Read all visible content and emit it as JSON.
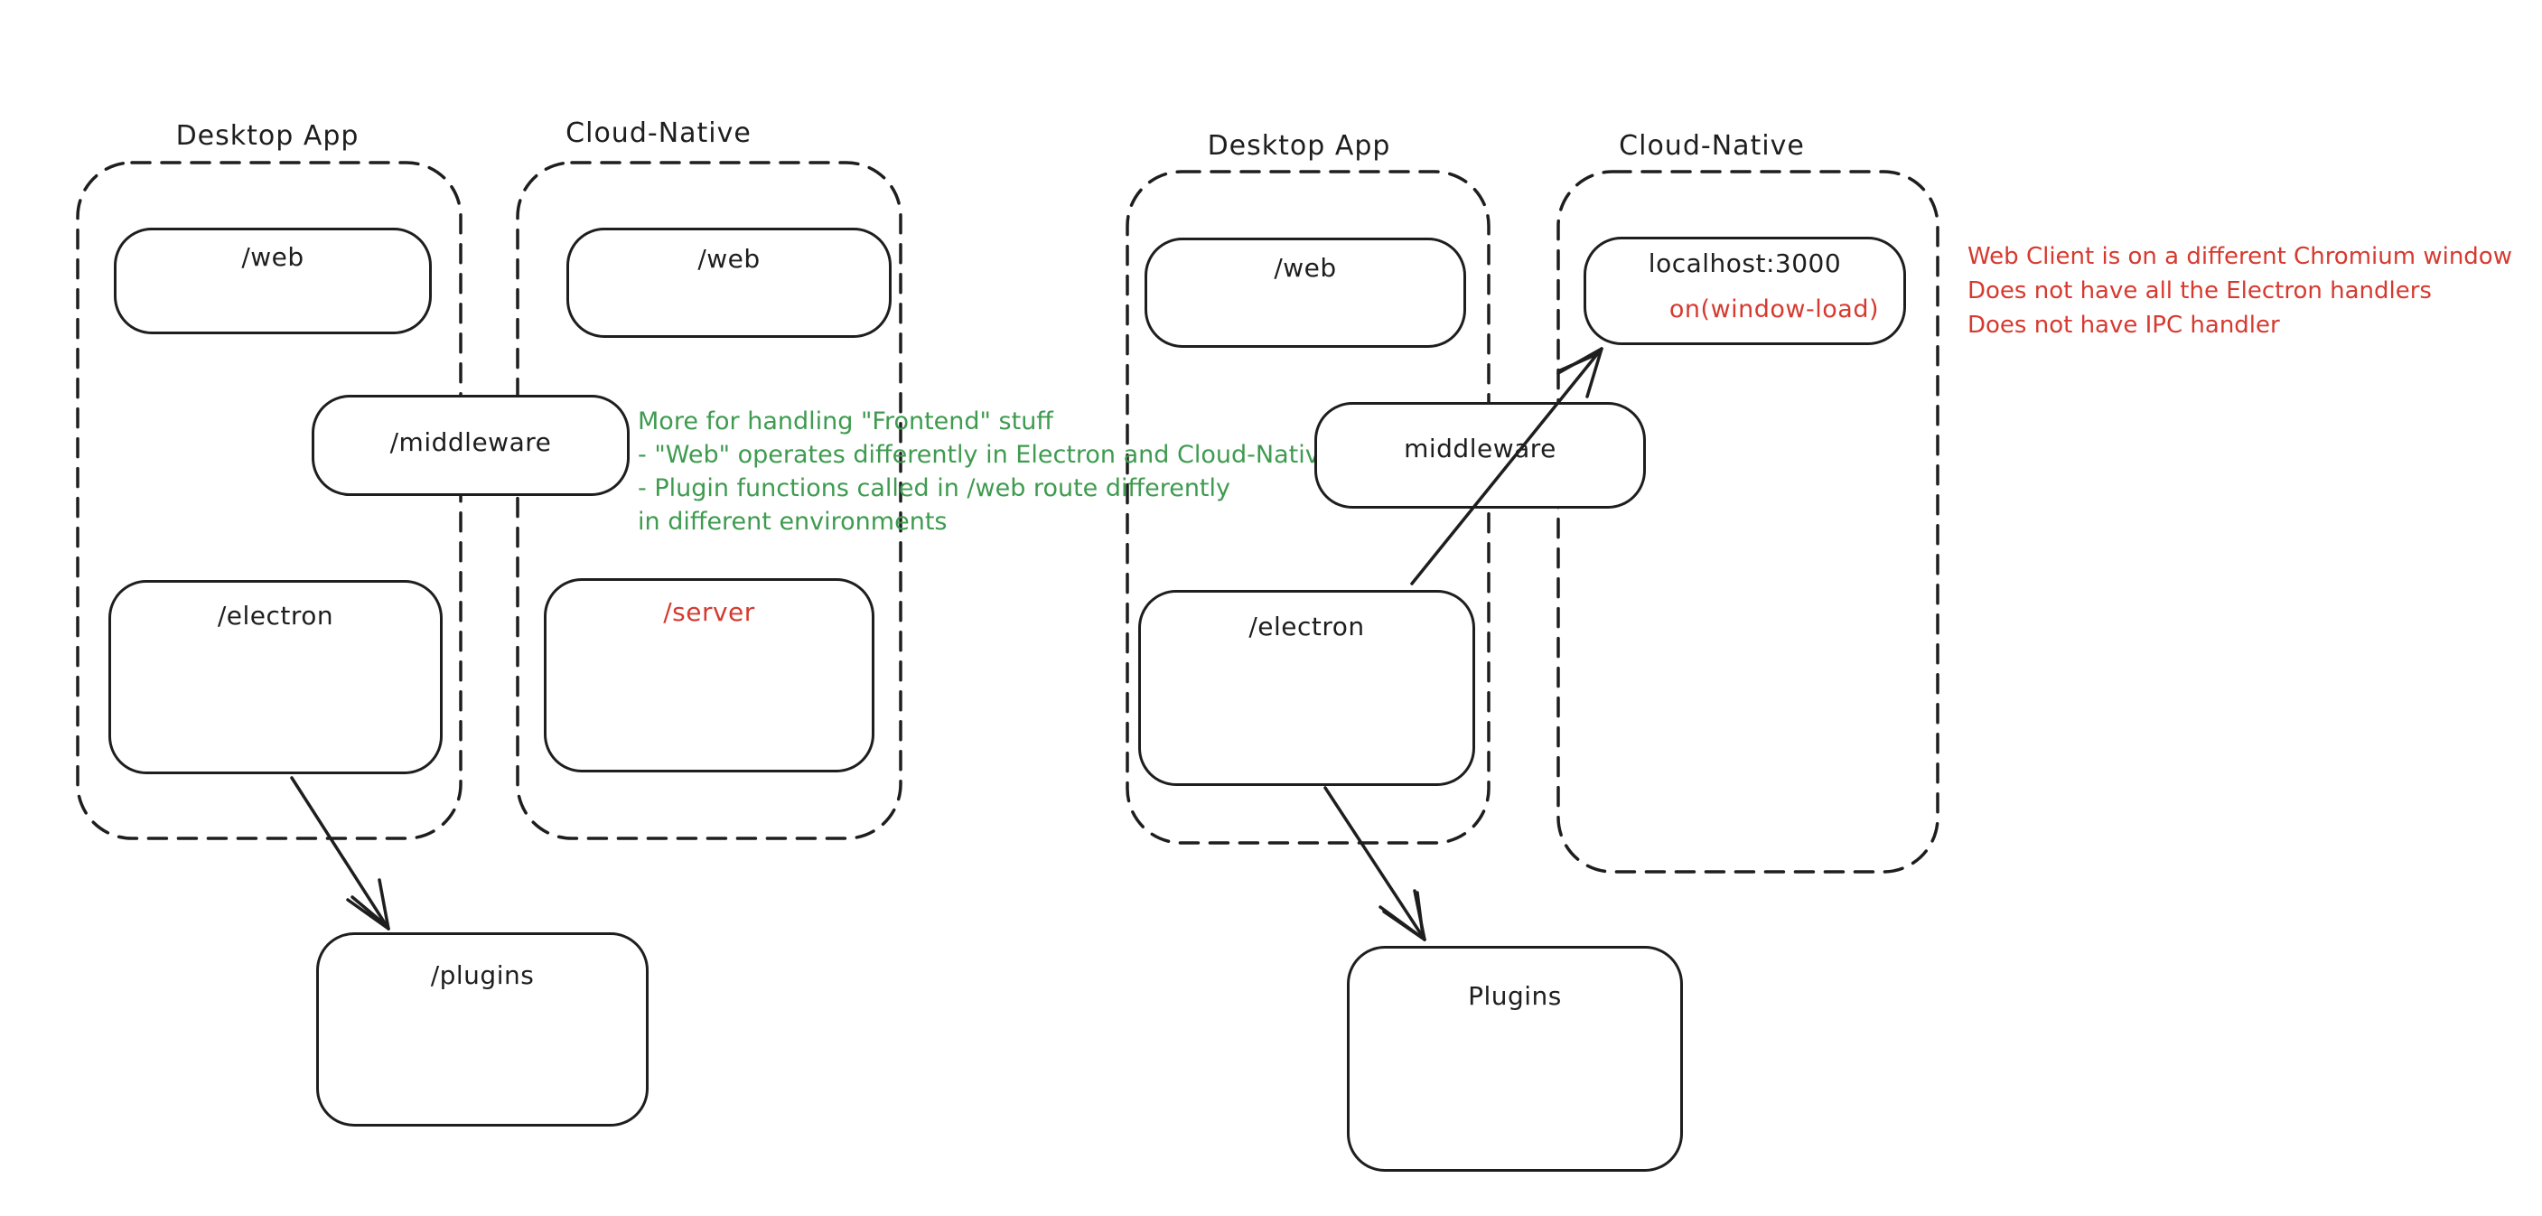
{
  "canvas": {
    "bg": "#ffffff",
    "ink": "#1e1e1e",
    "red": "#d63a2f",
    "green": "#3e9b4f"
  },
  "left": {
    "desktop_label": "Desktop App",
    "cloud_label": "Cloud-Native",
    "web_desktop": "/web",
    "web_cloud": "/web",
    "middleware": "/middleware",
    "electron": "/electron",
    "server": "/server",
    "plugins": "/plugins",
    "green_note": [
      "More for handling \"Frontend\" stuff",
      "- \"Web\" operates differently in Electron and Cloud-Native",
      "- Plugin functions called in /web route differently",
      "in different environments"
    ]
  },
  "right": {
    "desktop_label": "Desktop App",
    "cloud_label": "Cloud-Native",
    "web": "/web",
    "localhost": "localhost:3000",
    "window_load": "on(window-load)",
    "middleware": "middleware",
    "electron": "/electron",
    "plugins": "Plugins",
    "red_note": [
      "Web Client is on a different Chromium window",
      "Does not have all the Electron handlers",
      "Does not have IPC handler"
    ]
  }
}
